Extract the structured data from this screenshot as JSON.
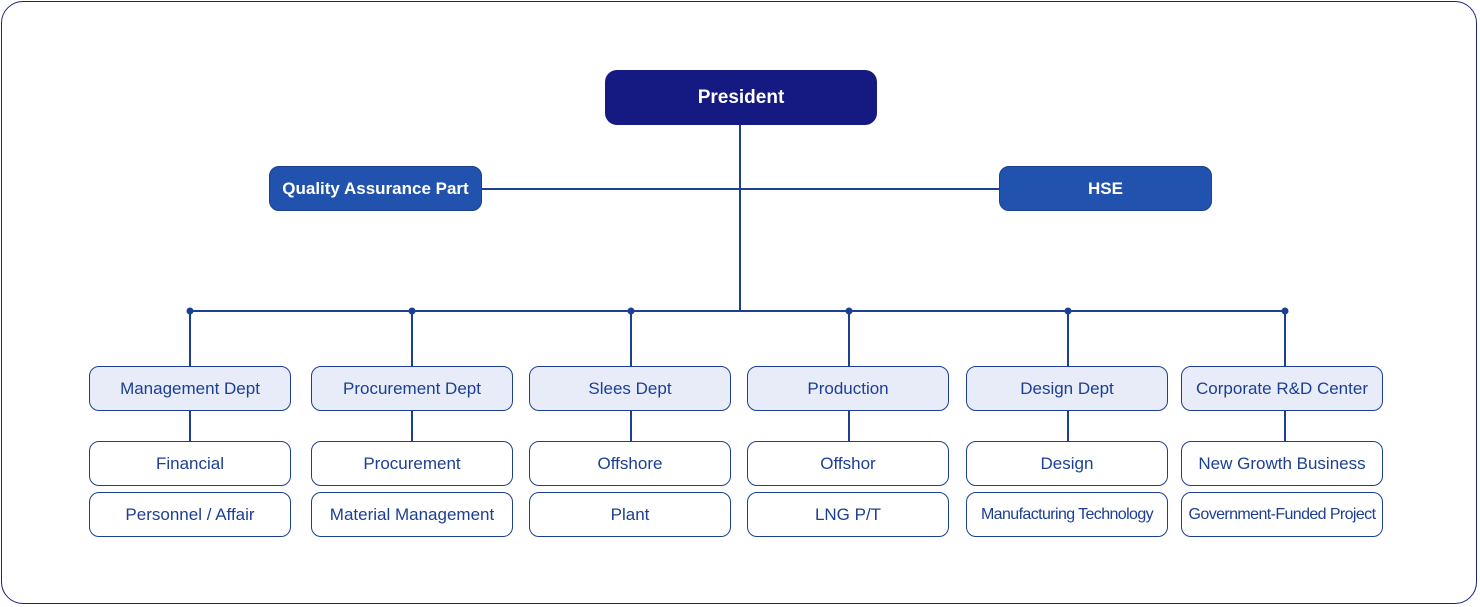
{
  "president": "President",
  "staff": {
    "left": "Quality Assurance Part",
    "right": "HSE"
  },
  "departments": [
    {
      "name": "Management Dept",
      "units": [
        "Financial",
        "Personnel / Affair"
      ]
    },
    {
      "name": "Procurement Dept",
      "units": [
        "Procurement",
        "Material Management"
      ]
    },
    {
      "name": "Slees Dept",
      "units": [
        "Offshore",
        "Plant"
      ]
    },
    {
      "name": "Production",
      "units": [
        "Offshor",
        "LNG P/T"
      ]
    },
    {
      "name": "Design Dept",
      "units": [
        "Design",
        "Manufacturing Technology"
      ]
    },
    {
      "name": "Corporate R&D Center",
      "units": [
        "New Growth Business",
        "Government-Funded Project"
      ]
    }
  ],
  "colors": {
    "president": "#141a82",
    "staff": "#2152ad",
    "dept_fill": "#e8ecf8",
    "line": "#1c3f94"
  }
}
